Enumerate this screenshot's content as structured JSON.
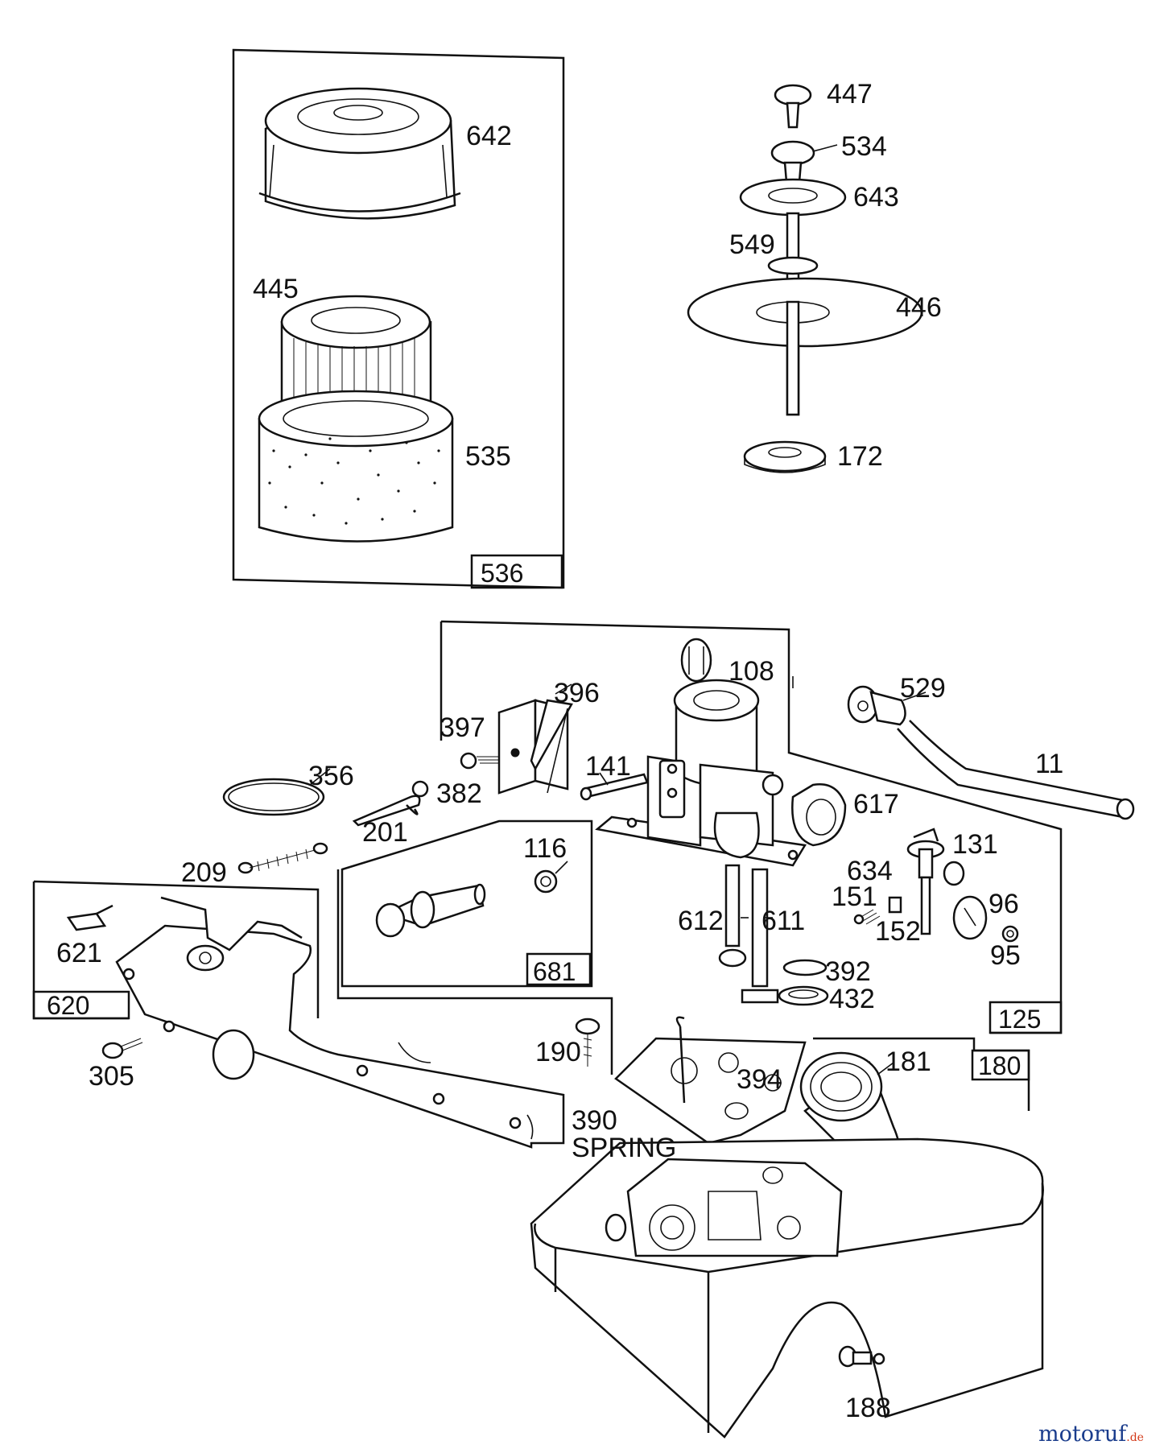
{
  "diagram": {
    "part_numbers": {
      "p447": "447",
      "p534": "534",
      "p643": "643",
      "p549": "549",
      "p446": "446",
      "p172": "172",
      "p642": "642",
      "p445": "445",
      "p535": "535",
      "p108": "108",
      "p396": "396",
      "p397": "397",
      "p529": "529",
      "p11": "11",
      "p356": "356",
      "p382": "382",
      "p201": "201",
      "p141": "141",
      "p617": "617",
      "p209": "209",
      "p116": "116",
      "p634": "634",
      "p131": "131",
      "p151": "151",
      "p152": "152",
      "p96": "96",
      "p95": "95",
      "p612": "612",
      "p611": "611",
      "p621": "621",
      "p392": "392",
      "p432": "432",
      "p305": "305",
      "p190": "190",
      "p394": "394",
      "p181": "181",
      "p390": "390",
      "p188": "188"
    },
    "spring_label": "SPRING",
    "kit_boxes": {
      "k536": "536",
      "k681": "681",
      "k620": "620",
      "k125": "125",
      "k180": "180"
    }
  },
  "watermark": {
    "brand": "motoruf",
    "suffix": ".de",
    "colors": {
      "primary": "#1a3c8c",
      "accent": "#d43a1a"
    }
  }
}
